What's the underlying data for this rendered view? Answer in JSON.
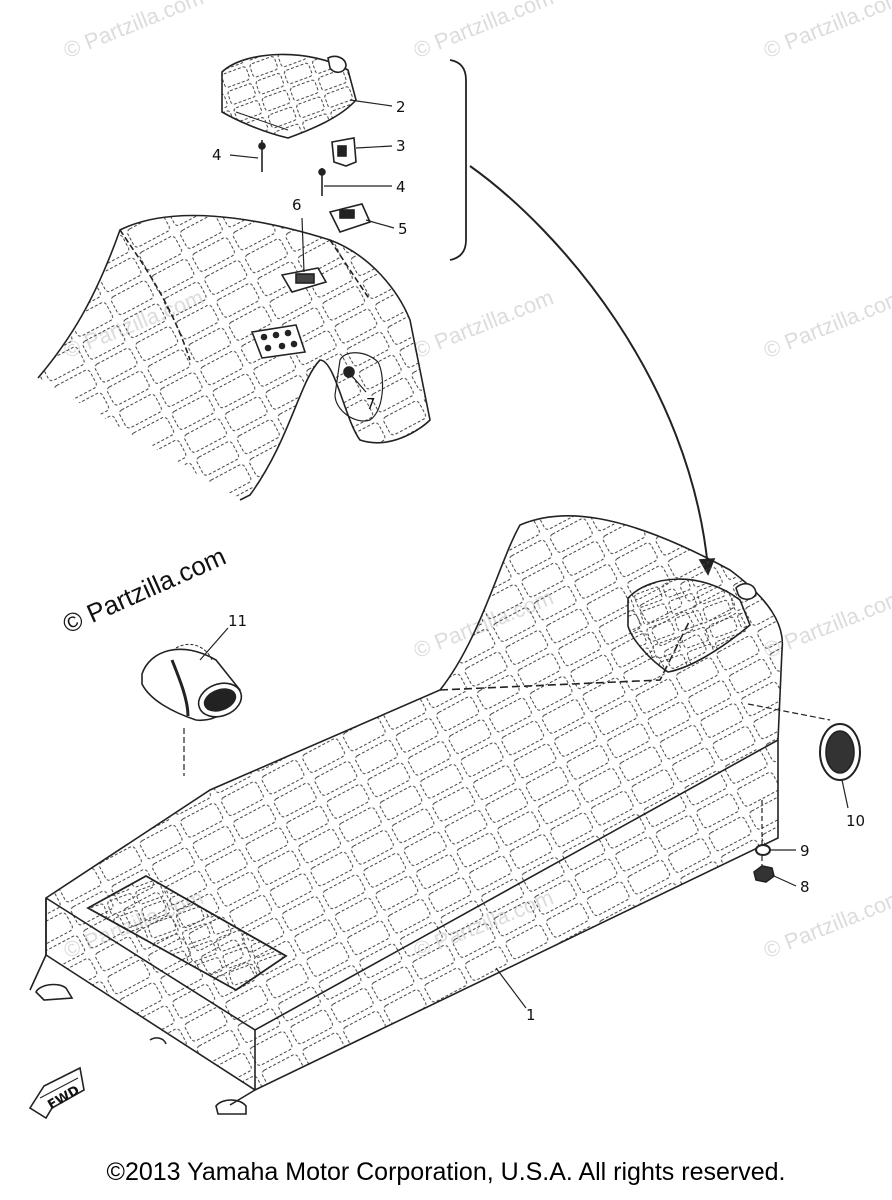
{
  "watermark": "© Partzilla.com",
  "logo_text": "© Partzilla.com",
  "fwd_label": "FWD",
  "copyright": "©2013 Yamaha Motor Corporation, U.S.A. All rights reserved.",
  "callouts": [
    "2",
    "3",
    "4",
    "4",
    "5",
    "6",
    "7",
    "1",
    "9",
    "8",
    "10",
    "11"
  ],
  "colors": {
    "line": "#222222",
    "watermark": "#dcdcdc",
    "background": "#ffffff"
  }
}
